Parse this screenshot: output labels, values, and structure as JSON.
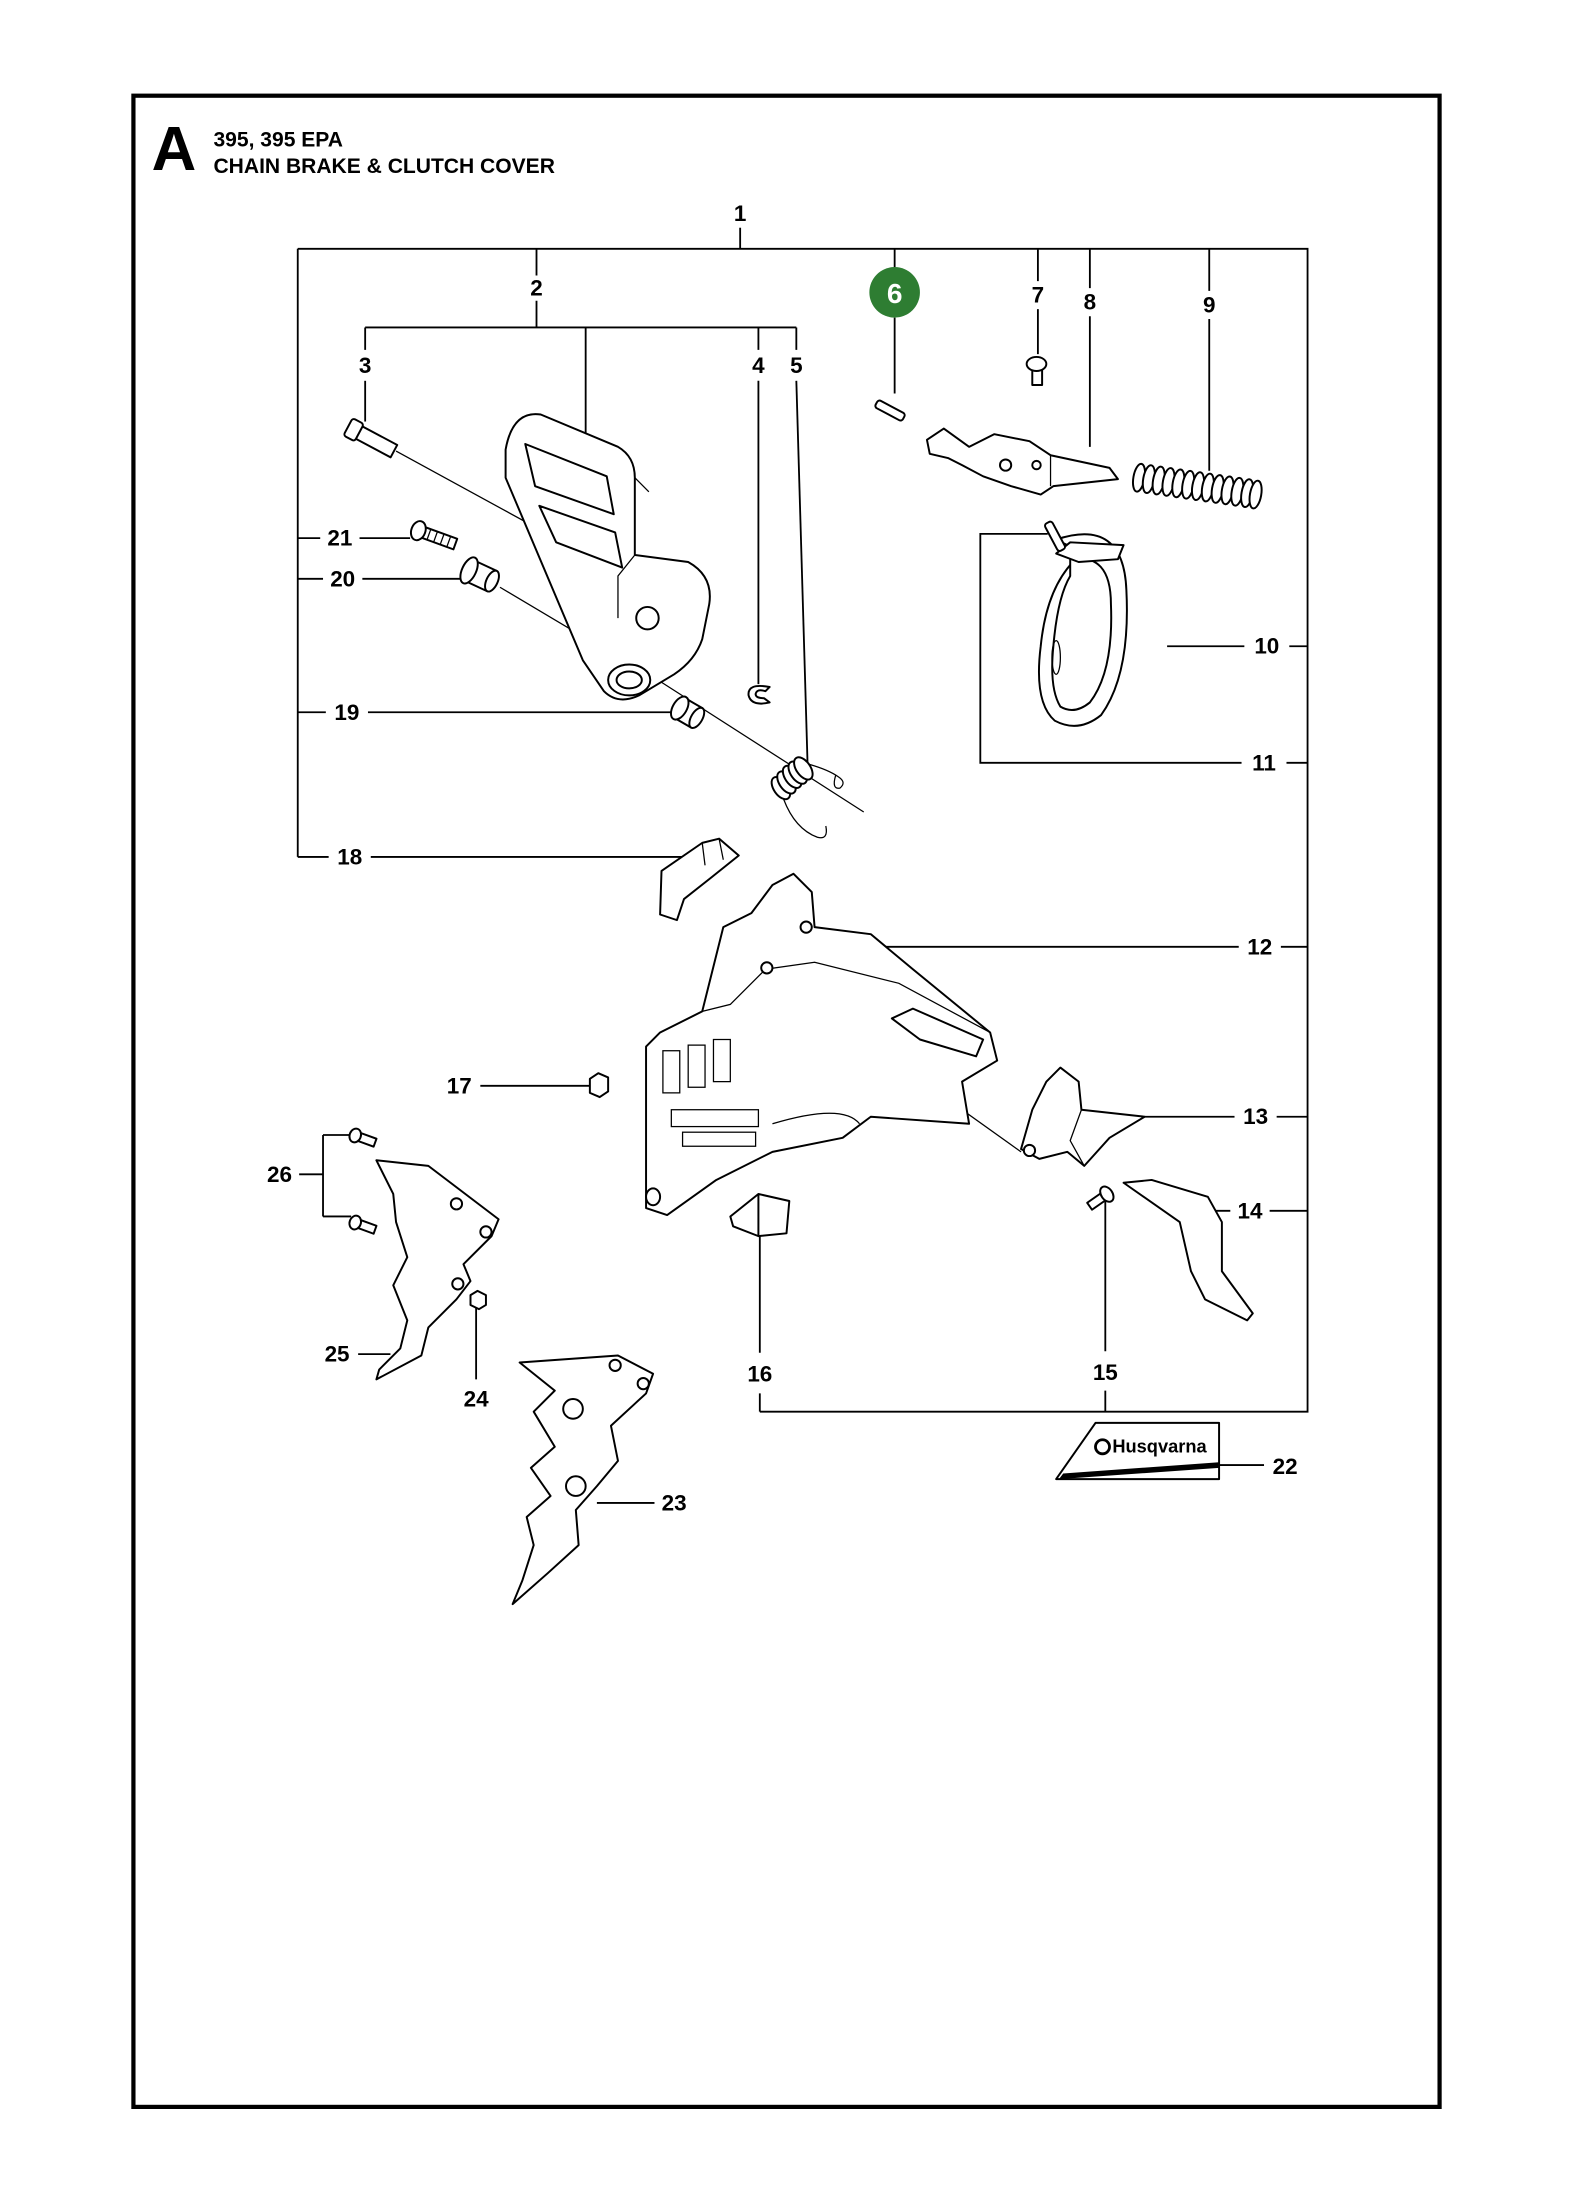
{
  "header": {
    "section_letter": "A",
    "models": "395, 395 EPA",
    "title": "CHAIN BRAKE & CLUTCH COVER"
  },
  "callouts": [
    "1",
    "2",
    "3",
    "4",
    "5",
    "6",
    "7",
    "8",
    "9",
    "10",
    "11",
    "12",
    "13",
    "14",
    "15",
    "16",
    "17",
    "18",
    "19",
    "20",
    "21",
    "22",
    "23",
    "24",
    "25",
    "26"
  ],
  "decal": {
    "brand": "Husqvarna"
  },
  "colors": {
    "line": "#000000",
    "highlight": "#2e7d32",
    "highlight_text": "#ffffff",
    "background": "#ffffff"
  }
}
